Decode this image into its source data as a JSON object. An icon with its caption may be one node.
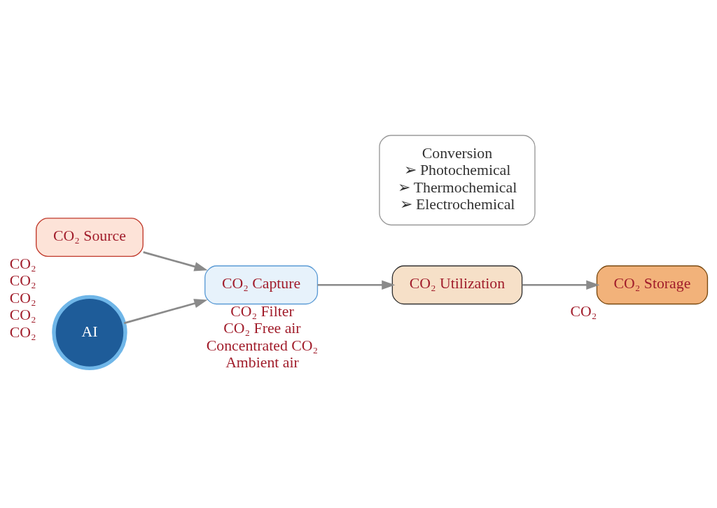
{
  "diagram": {
    "nodes": [
      {
        "text": [
          "CO₂ Source"
        ],
        "beside": [
          "CO₂",
          "CO₂",
          "CO₂",
          "CO₂",
          "CO₂"
        ]
      },
      {
        "text": [
          "CO₂ Capture"
        ],
        "beside": [
          "CO₂ Filter",
          "CO₂ Free air",
          "Concentrated CO₂",
          "Ambient air"
        ]
      },
      {
        "text": [
          "CO₂ Utilization"
        ]
      },
      {
        "text": [
          "Conversion",
          "➢ Photochemical",
          "➢ Thermochemical",
          "➢ Electrochemical"
        ]
      },
      {
        "text": [
          "CO₂ Storage"
        ],
        "beside": [
          "CO₂"
        ]
      },
      {
        "text": [
          "AI"
        ]
      }
    ],
    "edges": [
      {
        "from": 0,
        "to": 1,
        "arrow": "to"
      },
      {
        "from": 5,
        "to": 1,
        "arrow": "to"
      },
      {
        "from": 1,
        "to": 2,
        "arrow": "to"
      },
      {
        "from": 2,
        "to": 4,
        "arrow": "to"
      }
    ]
  }
}
